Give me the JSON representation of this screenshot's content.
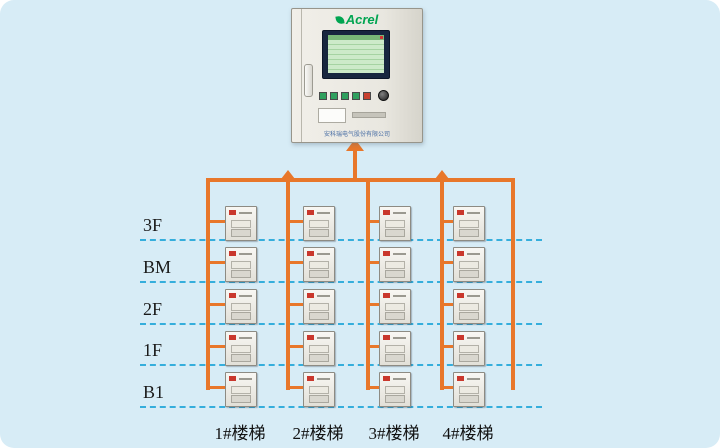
{
  "page": {
    "background": "#d7ecf6"
  },
  "cabinet": {
    "brand": "Acrel",
    "brand_color": "#00a551",
    "footer_text": "安科瑞电气股份有限公司",
    "buttons": [
      "#2fa05e",
      "#2fa05e",
      "#2fa05e",
      "#2fa05e",
      "#c8402f"
    ]
  },
  "colors": {
    "bus": "#e8772a",
    "floor_line": "#35aedc",
    "alarm": "#c9372c"
  },
  "floors": [
    "3F",
    "BM",
    "2F",
    "1F",
    "B1"
  ],
  "staircases": [
    "1#楼梯",
    "2#楼梯",
    "3#楼梯",
    "4#楼梯"
  ]
}
